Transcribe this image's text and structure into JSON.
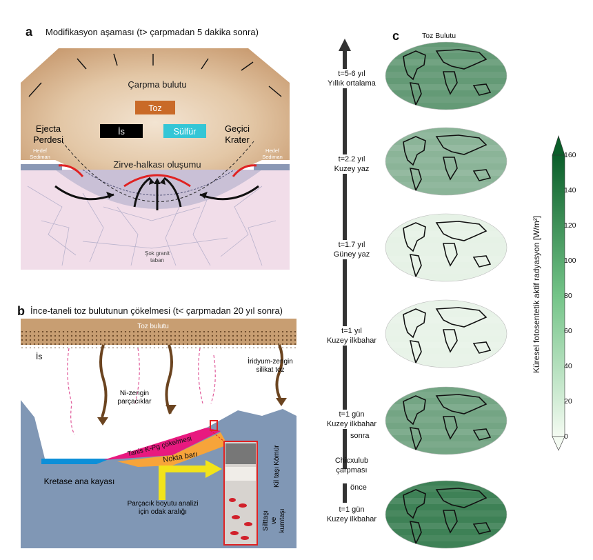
{
  "panel_a": {
    "label": "a",
    "title": "Modifikasyon aşaması (t> çarpmadan 5 dakika sonra)",
    "impact_cloud": "Çarpma bulutu",
    "dust": "Toz",
    "soot": "İs",
    "sulfur": "Sülfür",
    "ejecta_curtain": [
      "Ejecta",
      "Perdesi"
    ],
    "transient_crater": [
      "Geçici",
      "Krater"
    ],
    "target_sediment": [
      "Hedef",
      "Sediman"
    ],
    "peak_ring": "Zirve-halkası oluşumu",
    "basement": [
      "Şok granit",
      "taban"
    ]
  },
  "panel_b": {
    "label": "b",
    "title": "İnce-taneli toz bulutunun çökelmesi (t< çarpmadan 20 yıl sonra)",
    "dust_cloud": "Toz bulutu",
    "soot": "İs",
    "iridium_dust": [
      "İridyum-zengin",
      "silikat toz"
    ],
    "ni_particles": [
      "Ni-zengin",
      "parçacıklar"
    ],
    "kpg_deposit": "Tanis K-Pg çökelmesi",
    "point_bar": "Nokta barı",
    "cretaceous_bedrock": "Kretase ana kayası",
    "focus_interval": [
      "Parçacık boyutu analizi",
      "için odak aralığı"
    ],
    "coal": "Kömür",
    "claystone": "Kil taşı",
    "siltstone": [
      "Silttaşı",
      "ve",
      "kumtaşı"
    ]
  },
  "panel_c": {
    "label": "c",
    "map_title": "Toz Bulutu",
    "timeline": [
      {
        "line1": "t=5-6 yıl",
        "line2": "Yıllık ortalama"
      },
      {
        "line1": "t=2.2 yıl",
        "line2": "Kuzey yaz"
      },
      {
        "line1": "t=1.7 yıl",
        "line2": "Güney yaz"
      },
      {
        "line1": "t=1 yıl",
        "line2": "Kuzey ilkbahar"
      },
      {
        "line1": "t=1 gün",
        "line2": "Kuzey ilkbahar"
      }
    ],
    "after": "sonra",
    "event": [
      "Chicxulub",
      "çarpması"
    ],
    "before": "önce",
    "pre_impact": {
      "line1": "t=1 gün",
      "line2": "Kuzey ilkbahar"
    },
    "colorbar": {
      "label": "Küresel fotosentetik aktif radyasyon [W/m²]",
      "ticks": [
        "160",
        "140",
        "120",
        "100",
        "80",
        "60",
        "40",
        "20",
        "0"
      ],
      "color_high": "#0b5e2a",
      "color_low": "#f4fbf2"
    },
    "map_levels": [
      0.62,
      0.45,
      0.06,
      0.05,
      0.55,
      0.78
    ]
  }
}
